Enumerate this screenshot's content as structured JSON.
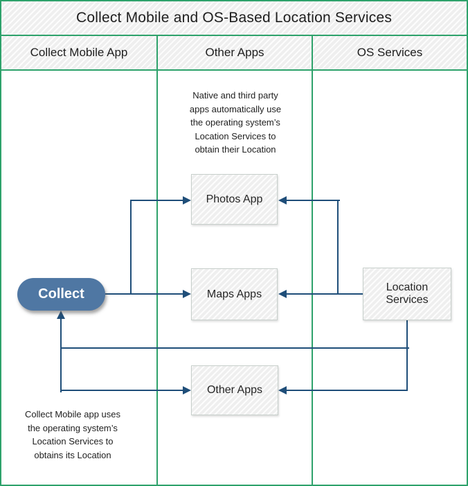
{
  "title": "Collect Mobile and OS-Based Location Services",
  "columns": [
    {
      "label": "Collect Mobile App"
    },
    {
      "label": "Other Apps"
    },
    {
      "label": "OS Services"
    }
  ],
  "nodes": {
    "collect": {
      "label": "Collect"
    },
    "photos_app": {
      "label": "Photos App"
    },
    "maps_apps": {
      "label": "Maps Apps"
    },
    "other_apps": {
      "label": "Other Apps"
    },
    "location_services": {
      "label": "Location\nServices"
    }
  },
  "annotations": {
    "other_apps_note": "Native and third party\napps automatically use\nthe operating system’s\nLocation Services to\nobtain their Location",
    "collect_note": "Collect Mobile app uses\nthe operating system’s\nLocation Services to\nobtains its Location"
  },
  "colors": {
    "accent_green": "#2EA26B",
    "connector_blue": "#1F4E79",
    "collect_pill_blue": "#4F77A3",
    "band_gray": "#EFEFEF",
    "text_dark": "#1E1E1E"
  }
}
